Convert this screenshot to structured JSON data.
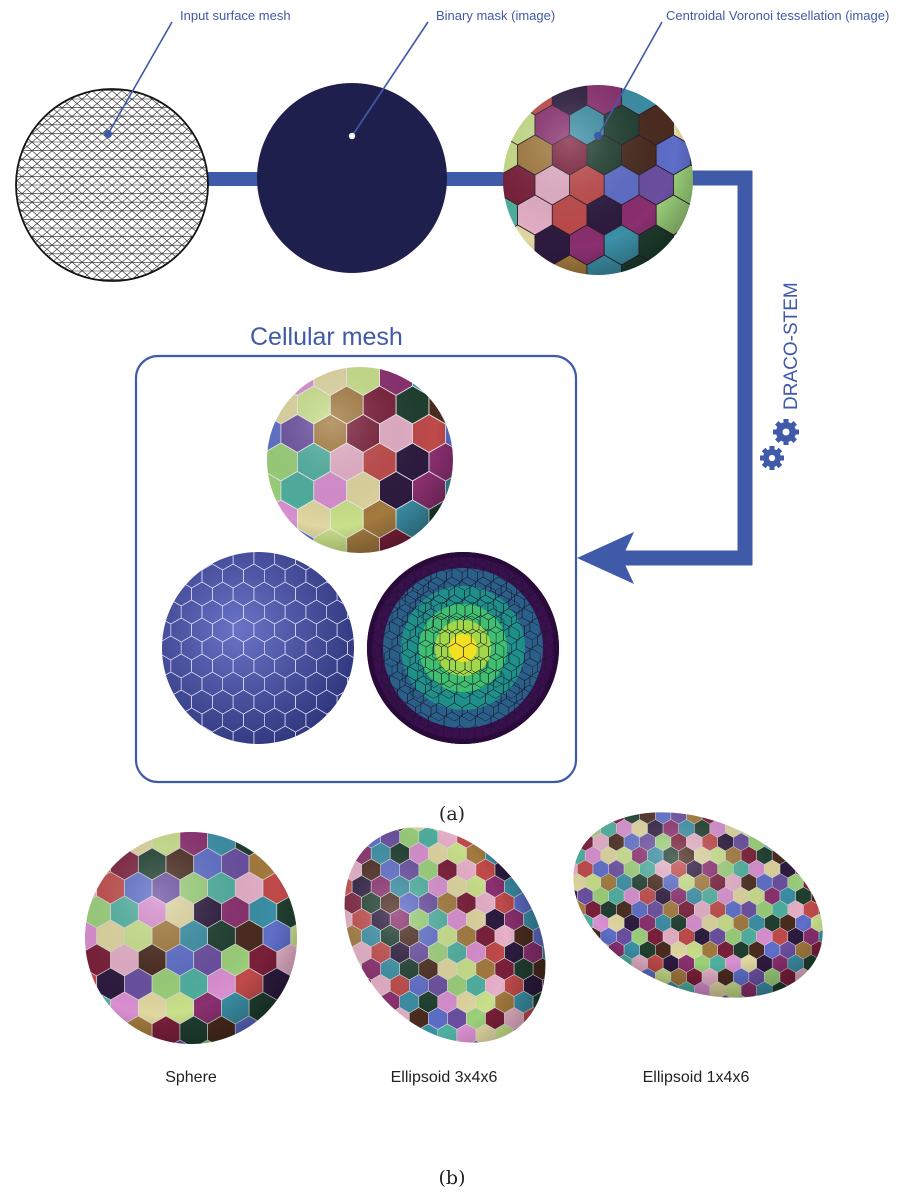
{
  "part_a": {
    "callouts": {
      "input": "Input surface mesh",
      "mask": "Binary mask (image)",
      "cvt": "Centroidal Voronoi tessellation (image)"
    },
    "pipeline_label": "DRACO-STEM",
    "box_title": "Cellular mesh",
    "caption": "(a)"
  },
  "part_b": {
    "shapes": [
      {
        "label": "Sphere"
      },
      {
        "label": "Ellipsoid 3x4x6"
      },
      {
        "label": "Ellipsoid 1x4x6"
      }
    ],
    "caption": "(b)"
  },
  "colors": {
    "accent_blue": "#3f5aa8",
    "mask_navy": "#1f1f4d",
    "cell_palette": [
      "#7a1f3a",
      "#4a2b1f",
      "#c9e08a",
      "#3b8fa6",
      "#d98fd0",
      "#2d1b3f",
      "#9bd07a",
      "#e6b0c8",
      "#5e6ec9",
      "#a37a3e",
      "#1f3f2f",
      "#e0d6a0",
      "#8a2f6f",
      "#4fb0a0",
      "#c04a4a",
      "#6a4fa0"
    ],
    "viridis": [
      "#3b0f4f",
      "#2a5f8a",
      "#1f8f8a",
      "#3fbf6f",
      "#a0d84a",
      "#f2e022"
    ]
  }
}
